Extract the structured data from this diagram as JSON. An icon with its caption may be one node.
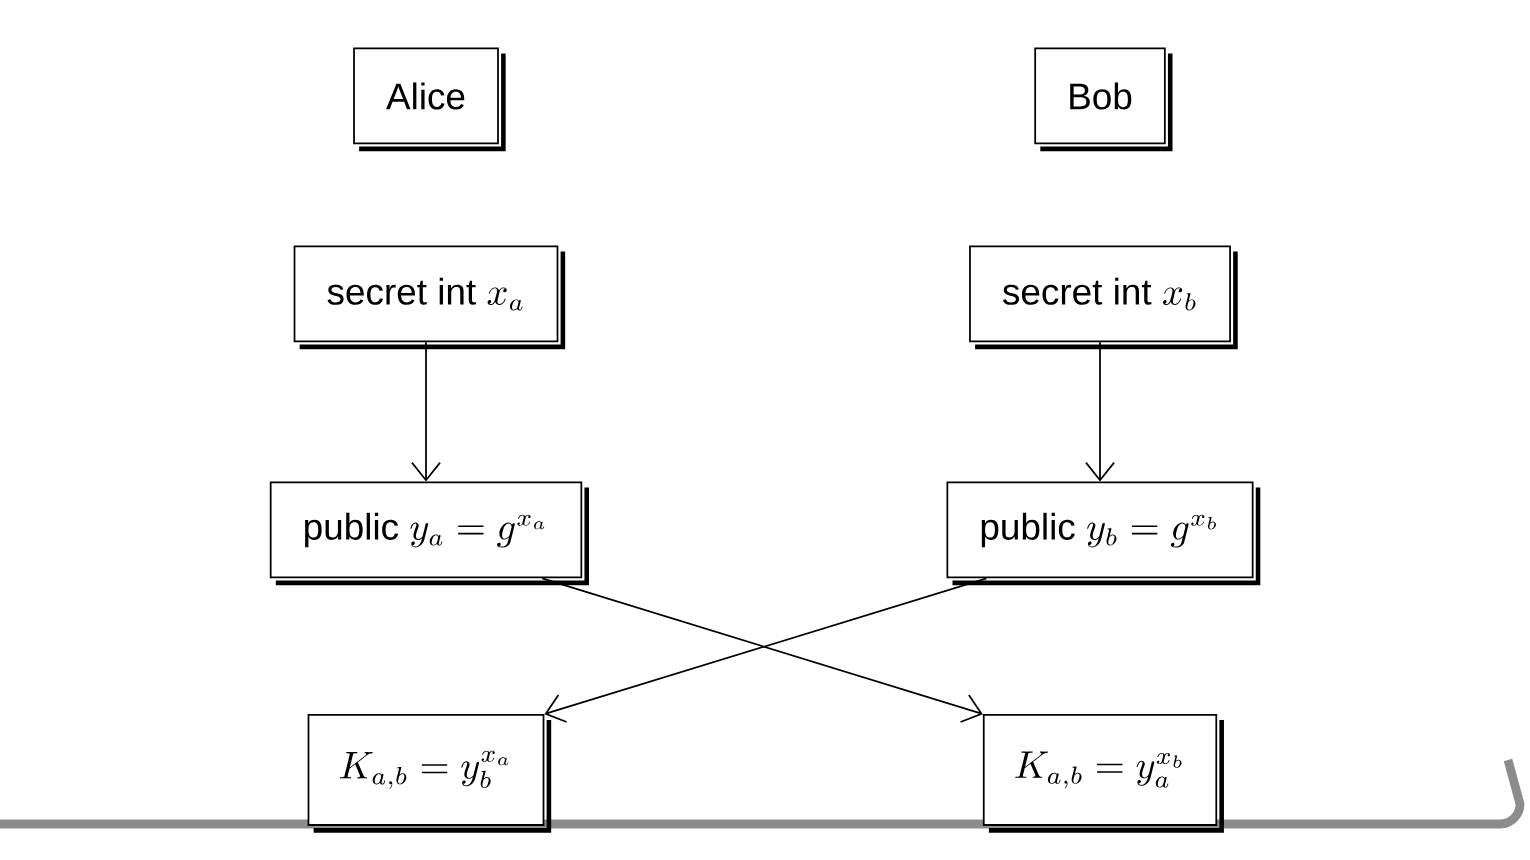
{
  "diagram": {
    "nodes": [
      {
        "text": [
          "Alice"
        ]
      },
      {
        "text": [
          "Bob"
        ]
      },
      {
        "text": [
          "\\mbox{secret int }x_a"
        ]
      },
      {
        "text": [
          "\\mbox{secret int }x_b"
        ]
      },
      {
        "text": [
          "\\mbox{public }y_a = g^{x_a}"
        ]
      },
      {
        "text": [
          "\\mbox{public }y_b = g^{x_b}"
        ]
      },
      {
        "text": [
          "K_{a,b} = y_b^{x_a}"
        ]
      },
      {
        "text": [
          "K_{a,b} = y_a^{x_b}"
        ]
      }
    ],
    "edges": [
      {
        "from": 2,
        "to": 4,
        "arrow": "to"
      },
      {
        "from": 3,
        "to": 5,
        "arrow": "to"
      },
      {
        "from": 4,
        "to": 7,
        "arrow": "to"
      },
      {
        "from": 5,
        "to": 6,
        "arrow": "to"
      }
    ]
  }
}
